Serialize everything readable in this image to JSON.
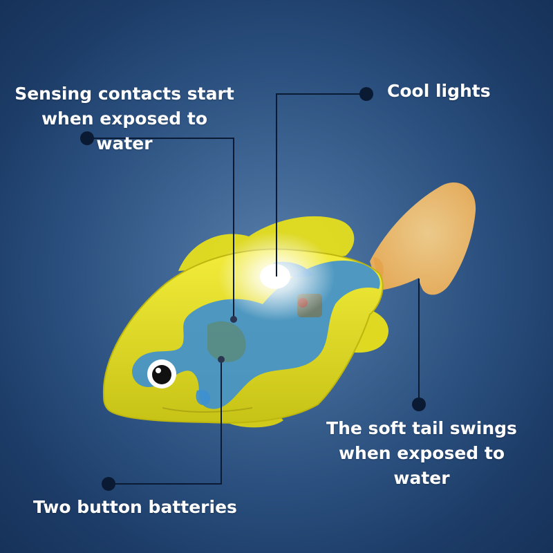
{
  "callouts": {
    "sensing": "Sensing contacts start when exposed to water",
    "cool_lights": "Cool lights",
    "soft_tail": "The soft tail swings when exposed to water",
    "batteries": "Two button batteries"
  },
  "colors": {
    "background": "#2a4f7e",
    "fish_body": "#e8e21a",
    "fish_pattern": "#3d8fd0",
    "tail": "#f7c46f",
    "leader_line": "#0b1a33",
    "text": "#ffffff"
  }
}
